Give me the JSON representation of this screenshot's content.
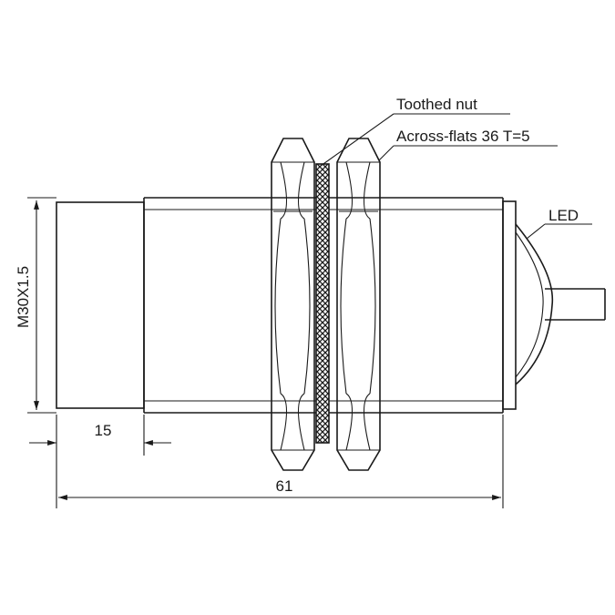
{
  "labels": {
    "toothed_nut": "Toothed nut",
    "across_flats": "Across-flats 36 T=5",
    "led": "LED"
  },
  "dimensions": {
    "thread": "M30X1.5",
    "face_length": "15",
    "total_length": "61"
  }
}
